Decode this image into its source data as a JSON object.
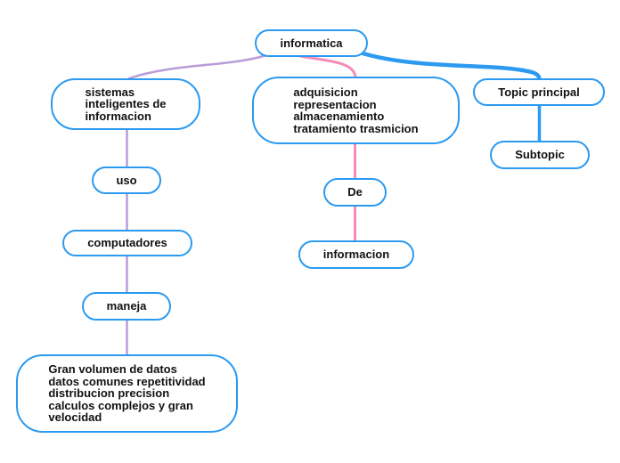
{
  "app": {
    "type": "mind-map",
    "root_topic": "informatica"
  },
  "colors": {
    "canvas_bg": "#ffffff",
    "node_fill": "#ffffff",
    "node_border": "#2b9af0",
    "node_text": "#111111",
    "branch_left": "#b89dd8",
    "branch_center": "#f48cba",
    "branch_right": "#2b9af0"
  },
  "nodes": [
    {
      "id": "informatica",
      "label": "informatica",
      "branch": "root"
    },
    {
      "id": "sistemas",
      "label": "sistemas\ninteligentes de\ninformacion",
      "branch": "left"
    },
    {
      "id": "uso",
      "label": "uso",
      "branch": "left"
    },
    {
      "id": "computadores",
      "label": "computadores",
      "branch": "left"
    },
    {
      "id": "maneja",
      "label": "maneja",
      "branch": "left"
    },
    {
      "id": "gran-volumen",
      "label": "Gran volumen de datos\ndatos comunes repetitividad\ndistribucion precision\ncalculos complejos y gran\nvelocidad",
      "branch": "left"
    },
    {
      "id": "adquisicion",
      "label": "adquisicion\nrepresentacion\nalmacenamiento\ntratamiento trasmicion",
      "branch": "center"
    },
    {
      "id": "de",
      "label": "De",
      "branch": "center"
    },
    {
      "id": "informacion",
      "label": "informacion",
      "branch": "center"
    },
    {
      "id": "topic-principal",
      "label": "Topic principal",
      "branch": "right"
    },
    {
      "id": "subtopic",
      "label": "Subtopic",
      "branch": "right"
    }
  ],
  "edges": [
    {
      "from": "informatica",
      "to": "sistemas"
    },
    {
      "from": "sistemas",
      "to": "uso"
    },
    {
      "from": "uso",
      "to": "computadores"
    },
    {
      "from": "computadores",
      "to": "maneja"
    },
    {
      "from": "maneja",
      "to": "gran-volumen"
    },
    {
      "from": "informatica",
      "to": "adquisicion"
    },
    {
      "from": "adquisicion",
      "to": "de"
    },
    {
      "from": "de",
      "to": "informacion"
    },
    {
      "from": "informatica",
      "to": "topic-principal"
    },
    {
      "from": "topic-principal",
      "to": "subtopic"
    }
  ]
}
